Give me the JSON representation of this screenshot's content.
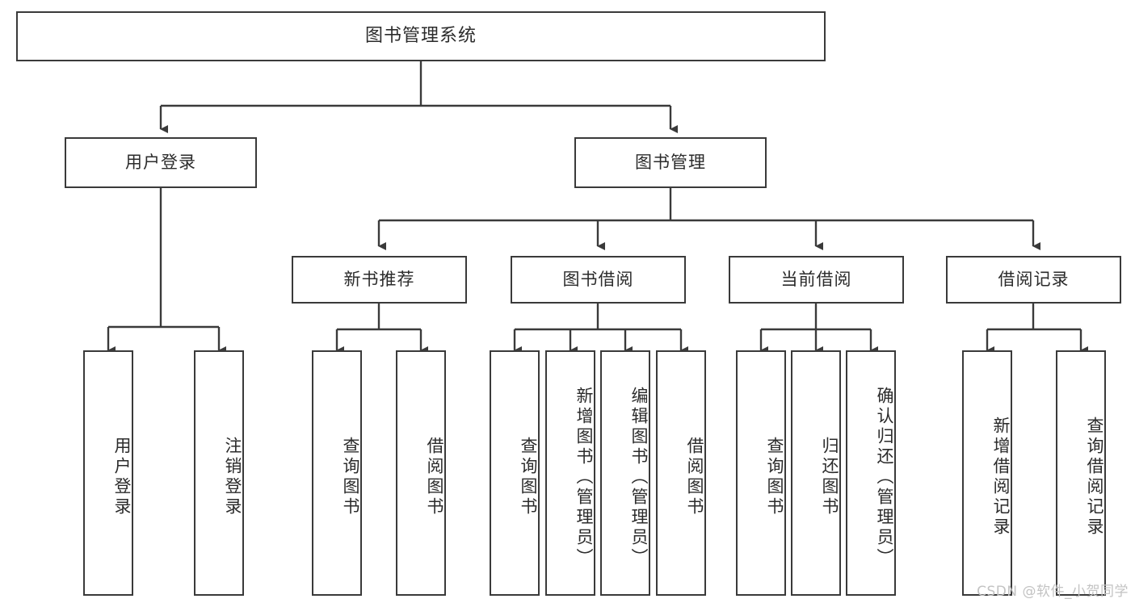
{
  "diagram": {
    "type": "tree-structure-chart",
    "title": "图书管理系统",
    "orientation": "top-down",
    "colors": {
      "node_border": "#3a3a3a",
      "node_fill": "#ffffff",
      "edge": "#3a3a3a",
      "text": "#2b2b2b",
      "watermark": "#c3c3c3"
    },
    "root": {
      "label": "图书管理系统"
    },
    "level2": [
      {
        "id": "user-login",
        "label": "用户登录"
      },
      {
        "id": "book-management",
        "label": "图书管理"
      }
    ],
    "level3": [
      {
        "id": "new-book-recommend",
        "label": "新书推荐"
      },
      {
        "id": "book-borrow",
        "label": "图书借阅"
      },
      {
        "id": "current-borrow",
        "label": "当前借阅"
      },
      {
        "id": "borrow-record",
        "label": "借阅记录"
      }
    ],
    "leaves": {
      "user_login": [
        {
          "id": "leaf-user-login",
          "label": "用户登录"
        },
        {
          "id": "leaf-logout-login",
          "label": "注销登录"
        }
      ],
      "new_book_recommend": [
        {
          "id": "leaf-query-book-1",
          "label": "查询图书"
        },
        {
          "id": "leaf-borrow-book-1",
          "label": "借阅图书"
        }
      ],
      "book_borrow": [
        {
          "id": "leaf-query-book-2",
          "label": "查询图书"
        },
        {
          "id": "leaf-add-book",
          "label": "新增图书（管理员）"
        },
        {
          "id": "leaf-edit-book",
          "label": "编辑图书（管理员）"
        },
        {
          "id": "leaf-borrow-book-2",
          "label": "借阅图书"
        }
      ],
      "current_borrow": [
        {
          "id": "leaf-query-book-3",
          "label": "查询图书"
        },
        {
          "id": "leaf-return-book",
          "label": "归还图书"
        },
        {
          "id": "leaf-confirm-return",
          "label": "确认归还（管理员）"
        }
      ],
      "borrow_record": [
        {
          "id": "leaf-add-record",
          "label": "新增借阅记录"
        },
        {
          "id": "leaf-query-record",
          "label": "查询借阅记录"
        }
      ]
    }
  },
  "watermark": {
    "text": "CSDN @软件_小贺同学"
  }
}
